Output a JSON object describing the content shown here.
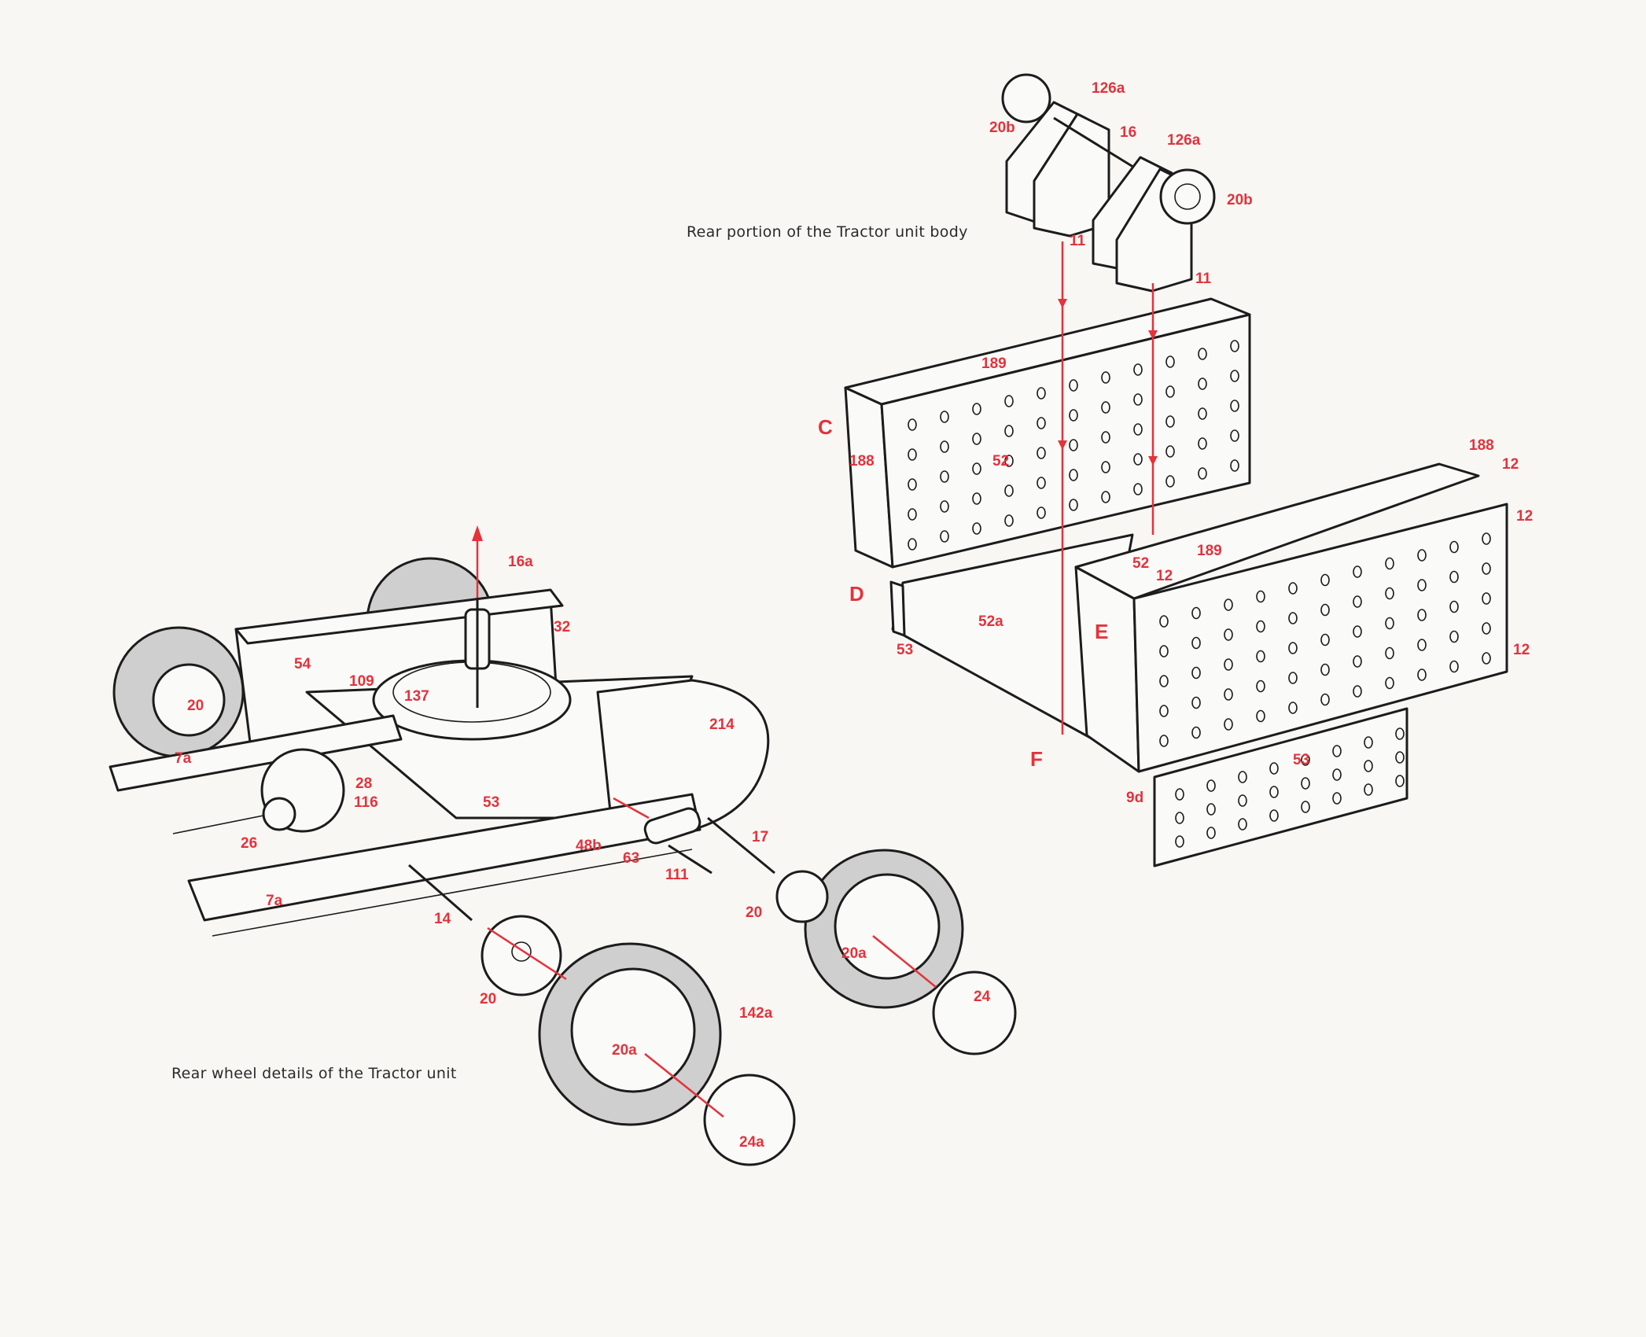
{
  "captions": {
    "rear_body": "Rear portion of the Tractor unit body",
    "rear_wheel": "Rear wheel details of the Tractor unit"
  },
  "rear_body_labels": [
    "126a",
    "20b",
    "16",
    "126a",
    "20b",
    "11",
    "11",
    "189",
    "C",
    "188",
    "52",
    "188",
    "12",
    "12",
    "52",
    "189",
    "12",
    "D",
    "52a",
    "E",
    "53",
    "12",
    "F",
    "53",
    "9d"
  ],
  "rear_wheel_labels": [
    "16a",
    "32",
    "54",
    "109",
    "137",
    "20",
    "214",
    "7a",
    "28",
    "116",
    "53",
    "26",
    "48b",
    "17",
    "63",
    "111",
    "7a",
    "14",
    "20",
    "20a",
    "20",
    "24",
    "142a",
    "20a",
    "24a"
  ],
  "colors": {
    "label_red": "#e5323b",
    "line": "#1c1c1c",
    "paper": "#f8f7f4"
  }
}
